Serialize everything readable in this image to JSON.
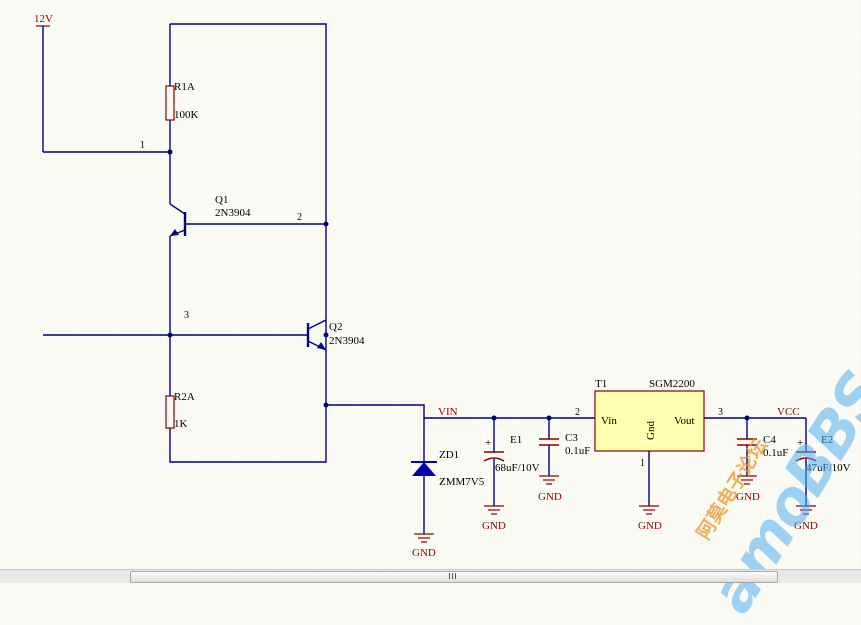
{
  "net_labels": {
    "v12": "12V",
    "vin": "VIN",
    "vcc": "VCC",
    "gnd": "GND"
  },
  "pin_numbers": {
    "p1": "1",
    "p2": "2",
    "p3": "3",
    "t1_pin2": "2",
    "t1_pin3": "3",
    "t1_pin1": "1"
  },
  "components": {
    "r1a": {
      "designator": "R1A",
      "value": "100K"
    },
    "r2a": {
      "designator": "R2A",
      "value": "1K"
    },
    "q1": {
      "designator": "Q1",
      "value": "2N3904"
    },
    "q2": {
      "designator": "Q2",
      "value": "2N3904"
    },
    "zd1": {
      "designator": "ZD1",
      "value": "ZMM7V5"
    },
    "e1": {
      "designator": "E1",
      "value": "68uF/10V",
      "polarity": "+"
    },
    "c3": {
      "designator": "C3",
      "value": "0.1uF"
    },
    "c4": {
      "designator": "C4",
      "value": "0.1uF"
    },
    "e2": {
      "designator": "E2",
      "value": "47uF/10V",
      "polarity": "+"
    },
    "t1": {
      "designator": "T1",
      "part": "SGM2200",
      "pin_vin": "Vin",
      "pin_gnd": "Gnd",
      "pin_vout": "Vout"
    }
  },
  "watermark": {
    "cn": "阿莫电子论坛",
    "en": "amoBBS"
  },
  "colors": {
    "wire": "#00007f",
    "net_label": "#8b0000",
    "background": "#fbfbf5"
  }
}
